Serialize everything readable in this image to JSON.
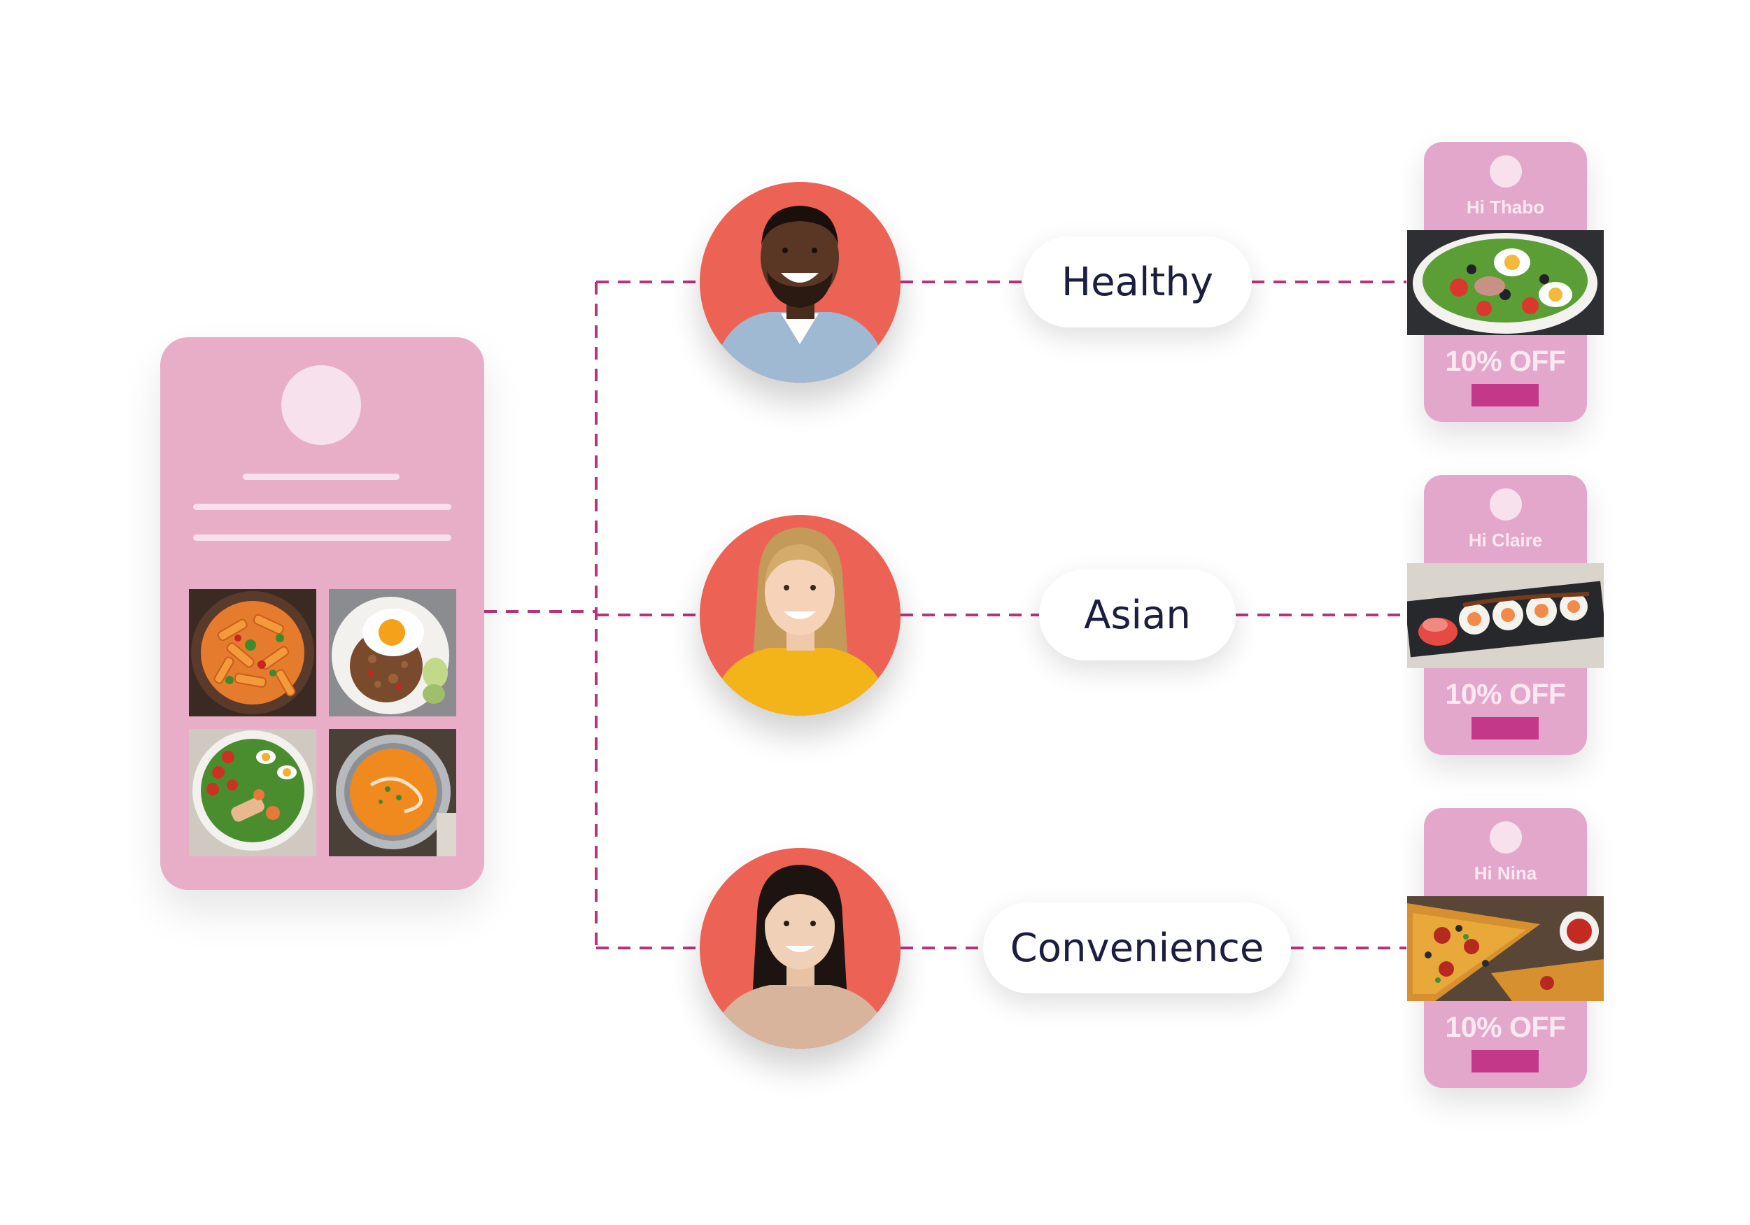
{
  "diagram": {
    "colors": {
      "phone": "#e8aec7",
      "persona_bg": "#ec6355",
      "offer_card": "#e3a7cc",
      "connector": "#b8337a",
      "cta": "#c4388a",
      "pill_text": "#1b1e3f"
    },
    "phone": {
      "food_tiles": [
        "penne-pasta-image",
        "fried-egg-rice-image",
        "salad-bowl-image",
        "pumpkin-soup-image"
      ]
    },
    "personas": [
      {
        "name": "Thabo",
        "segment": "Healthy",
        "greeting": "Hi Thabo",
        "offer": "10% OFF",
        "offer_image": "salad-image"
      },
      {
        "name": "Claire",
        "segment": "Asian",
        "greeting": "Hi Claire",
        "offer": "10% OFF",
        "offer_image": "sushi-image"
      },
      {
        "name": "Nina",
        "segment": "Convenience",
        "greeting": "Hi Nina",
        "offer": "10% OFF",
        "offer_image": "pizza-image"
      }
    ]
  }
}
